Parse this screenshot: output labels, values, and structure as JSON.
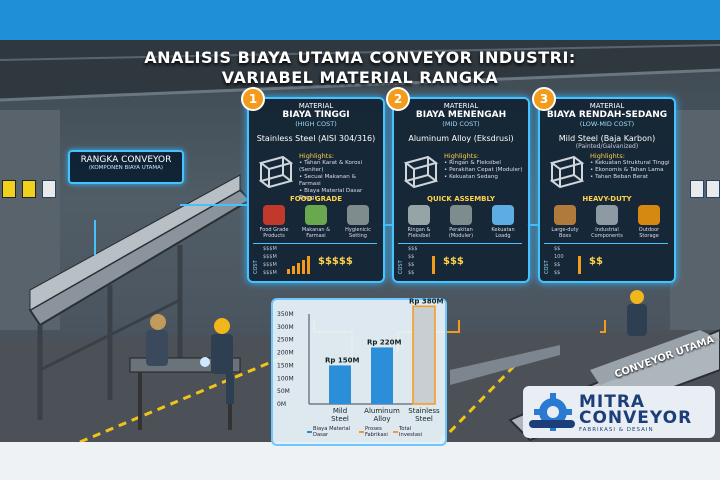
{
  "title": {
    "line1": "ANALISIS BIAYA UTAMA CONVEYOR INDUSTRI:",
    "line2": "VARIABEL MATERIAL RANGKA"
  },
  "callout": {
    "label": "RANGKA CONVEYOR",
    "sublabel": "(KOMPONEN BIAYA UTAMA)"
  },
  "panels": [
    {
      "num": "1",
      "kind": "MATERIAL",
      "tier": "BIAYA TINGGI",
      "tier_en": "(HIGH COST)",
      "material": "Stainless Steel (AISI 304/316)",
      "material_note": "",
      "highlights_title": "Highlights:",
      "highlights": [
        "• Tahan Karat & Korosi (Seniter)",
        "• Secuai Makanan & Farmasi",
        "• Biaya Material Dasar Tinggi"
      ],
      "section": "FOOD GRADE",
      "apps": [
        "Food Grade Products",
        "Makanan & Farmasi",
        "Hygienicic Setting"
      ],
      "cost_ticks": [
        "$$$M",
        "$$$M",
        "$$$M",
        "$$$M"
      ],
      "cost_value": "$$$$$",
      "bars": [
        0.3,
        0.45,
        0.6,
        0.8,
        1.0
      ]
    },
    {
      "num": "2",
      "kind": "MATERIAL",
      "tier": "BIAYA MENENGAH",
      "tier_en": "(MID COST)",
      "material": "Aluminum Alloy (Eksdrusi)",
      "material_note": "",
      "highlights_title": "Highlights:",
      "highlights": [
        "• Ringan & Fleksibel",
        "• Perakitan Cepat (Moduler)",
        "• Kekuatan Sedang"
      ],
      "section": "QUICK ASSEMBLY",
      "apps": [
        "Ringan & Fleksibel",
        "Perakitan (Moduler)",
        "Kekuatan Loadg"
      ],
      "cost_ticks": [
        "$$$",
        "$$",
        "$$",
        "$$"
      ],
      "cost_value": "$$$",
      "bars": [
        1.0
      ]
    },
    {
      "num": "3",
      "kind": "MATERIAL",
      "tier": "BIAYA RENDAH-SEDANG",
      "tier_en": "(LOW-MID COST)",
      "material": "Mild Steel (Baja Karbon)",
      "material_note": "(Painted/Galvanized)",
      "highlights_title": "Highlights:",
      "highlights": [
        "• Kekuatan Struktural Tinggi",
        "• Ekonomis & Tahan Lama",
        "• Tahan Beban Berat"
      ],
      "section": "HEAVY-DUTY",
      "apps": [
        "Large-duty Boxs",
        "Industrial Components",
        "Outdoor Storage"
      ],
      "cost_ticks": [
        "$$",
        "100",
        "$$",
        "$$"
      ],
      "cost_value": "$$",
      "bars": [
        1.0
      ]
    }
  ],
  "cost_label": "COST",
  "chart_data": {
    "type": "bar",
    "categories": [
      "Mild Steel",
      "Aluminum Alloy",
      "Stainless Steel"
    ],
    "yticks": [
      "350M",
      "300M",
      "250M",
      "200M",
      "150M",
      "100M",
      "50M",
      "0M"
    ],
    "ylim": [
      0,
      350
    ],
    "series": [
      {
        "name": "Biaya Material Dasar",
        "values": [
          150,
          220,
          380
        ]
      }
    ],
    "data_labels": [
      "Rp 150M",
      "Rp 220M",
      "Rp 380M"
    ],
    "legend": [
      "Biaya Material Dasar",
      "Proses Fabrikasi",
      "Total Investasi"
    ],
    "colors": {
      "mild": "#2a8fd8",
      "alu": "#2a8fd8",
      "ss": "#c9ced3",
      "accent": "#f59b1c"
    }
  },
  "conveyor_label": "CONVEYOR UTAMA",
  "brand": {
    "name1": "MITRA",
    "name2": "CONVEYOR",
    "tagline": "FABRIKASI & DESAIN"
  },
  "colors": {
    "accent": "#46c3ff",
    "orange": "#f59b1c",
    "topbar": "#1f8fd8"
  }
}
